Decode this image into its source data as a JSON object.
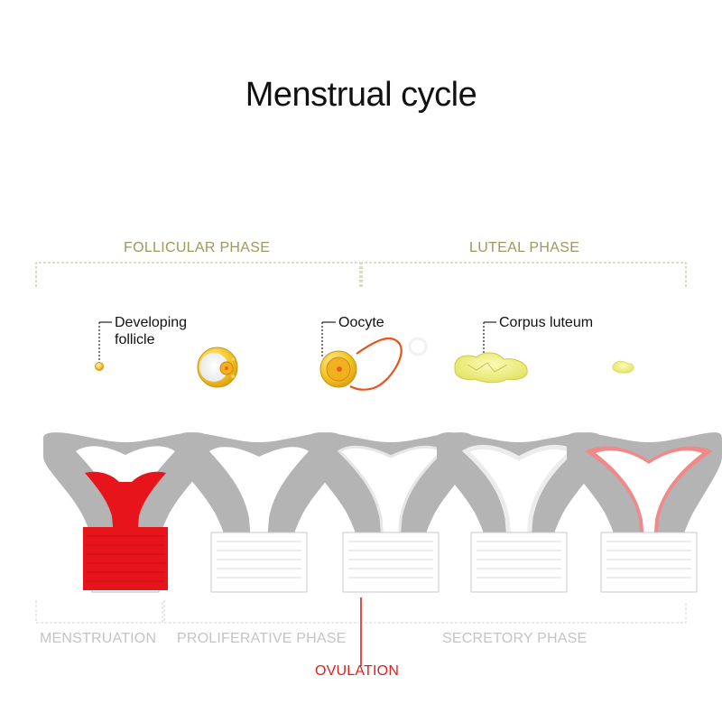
{
  "title": "Menstrual cycle",
  "top_phases": {
    "follicular": "FOLLICULAR PHASE",
    "luteal": "LUTEAL PHASE"
  },
  "annotations": {
    "developing_follicle_line1": "Developing",
    "developing_follicle_line2": "follicle",
    "oocyte": "Oocyte",
    "corpus_luteum": "Corpus luteum"
  },
  "bottom_phases": {
    "menstruation": "MENSTRUATION",
    "proliferative": "PROLIFERATIVE PHASE",
    "secretory": "SECRETORY PHASE",
    "ovulation": "OVULATION"
  },
  "colors": {
    "phase_text": "#9a9a5c",
    "bracket": "#c9c9a0",
    "bottom_text": "#c4c4c4",
    "ovulation": "#e0201b",
    "uterus_gray": "#b4b4b4",
    "blood_red": "#e8141c",
    "lining_pink": "#f08a8a",
    "follicle_yellow": "#f0c21a",
    "luteum_yellow": "#ecec7a"
  }
}
